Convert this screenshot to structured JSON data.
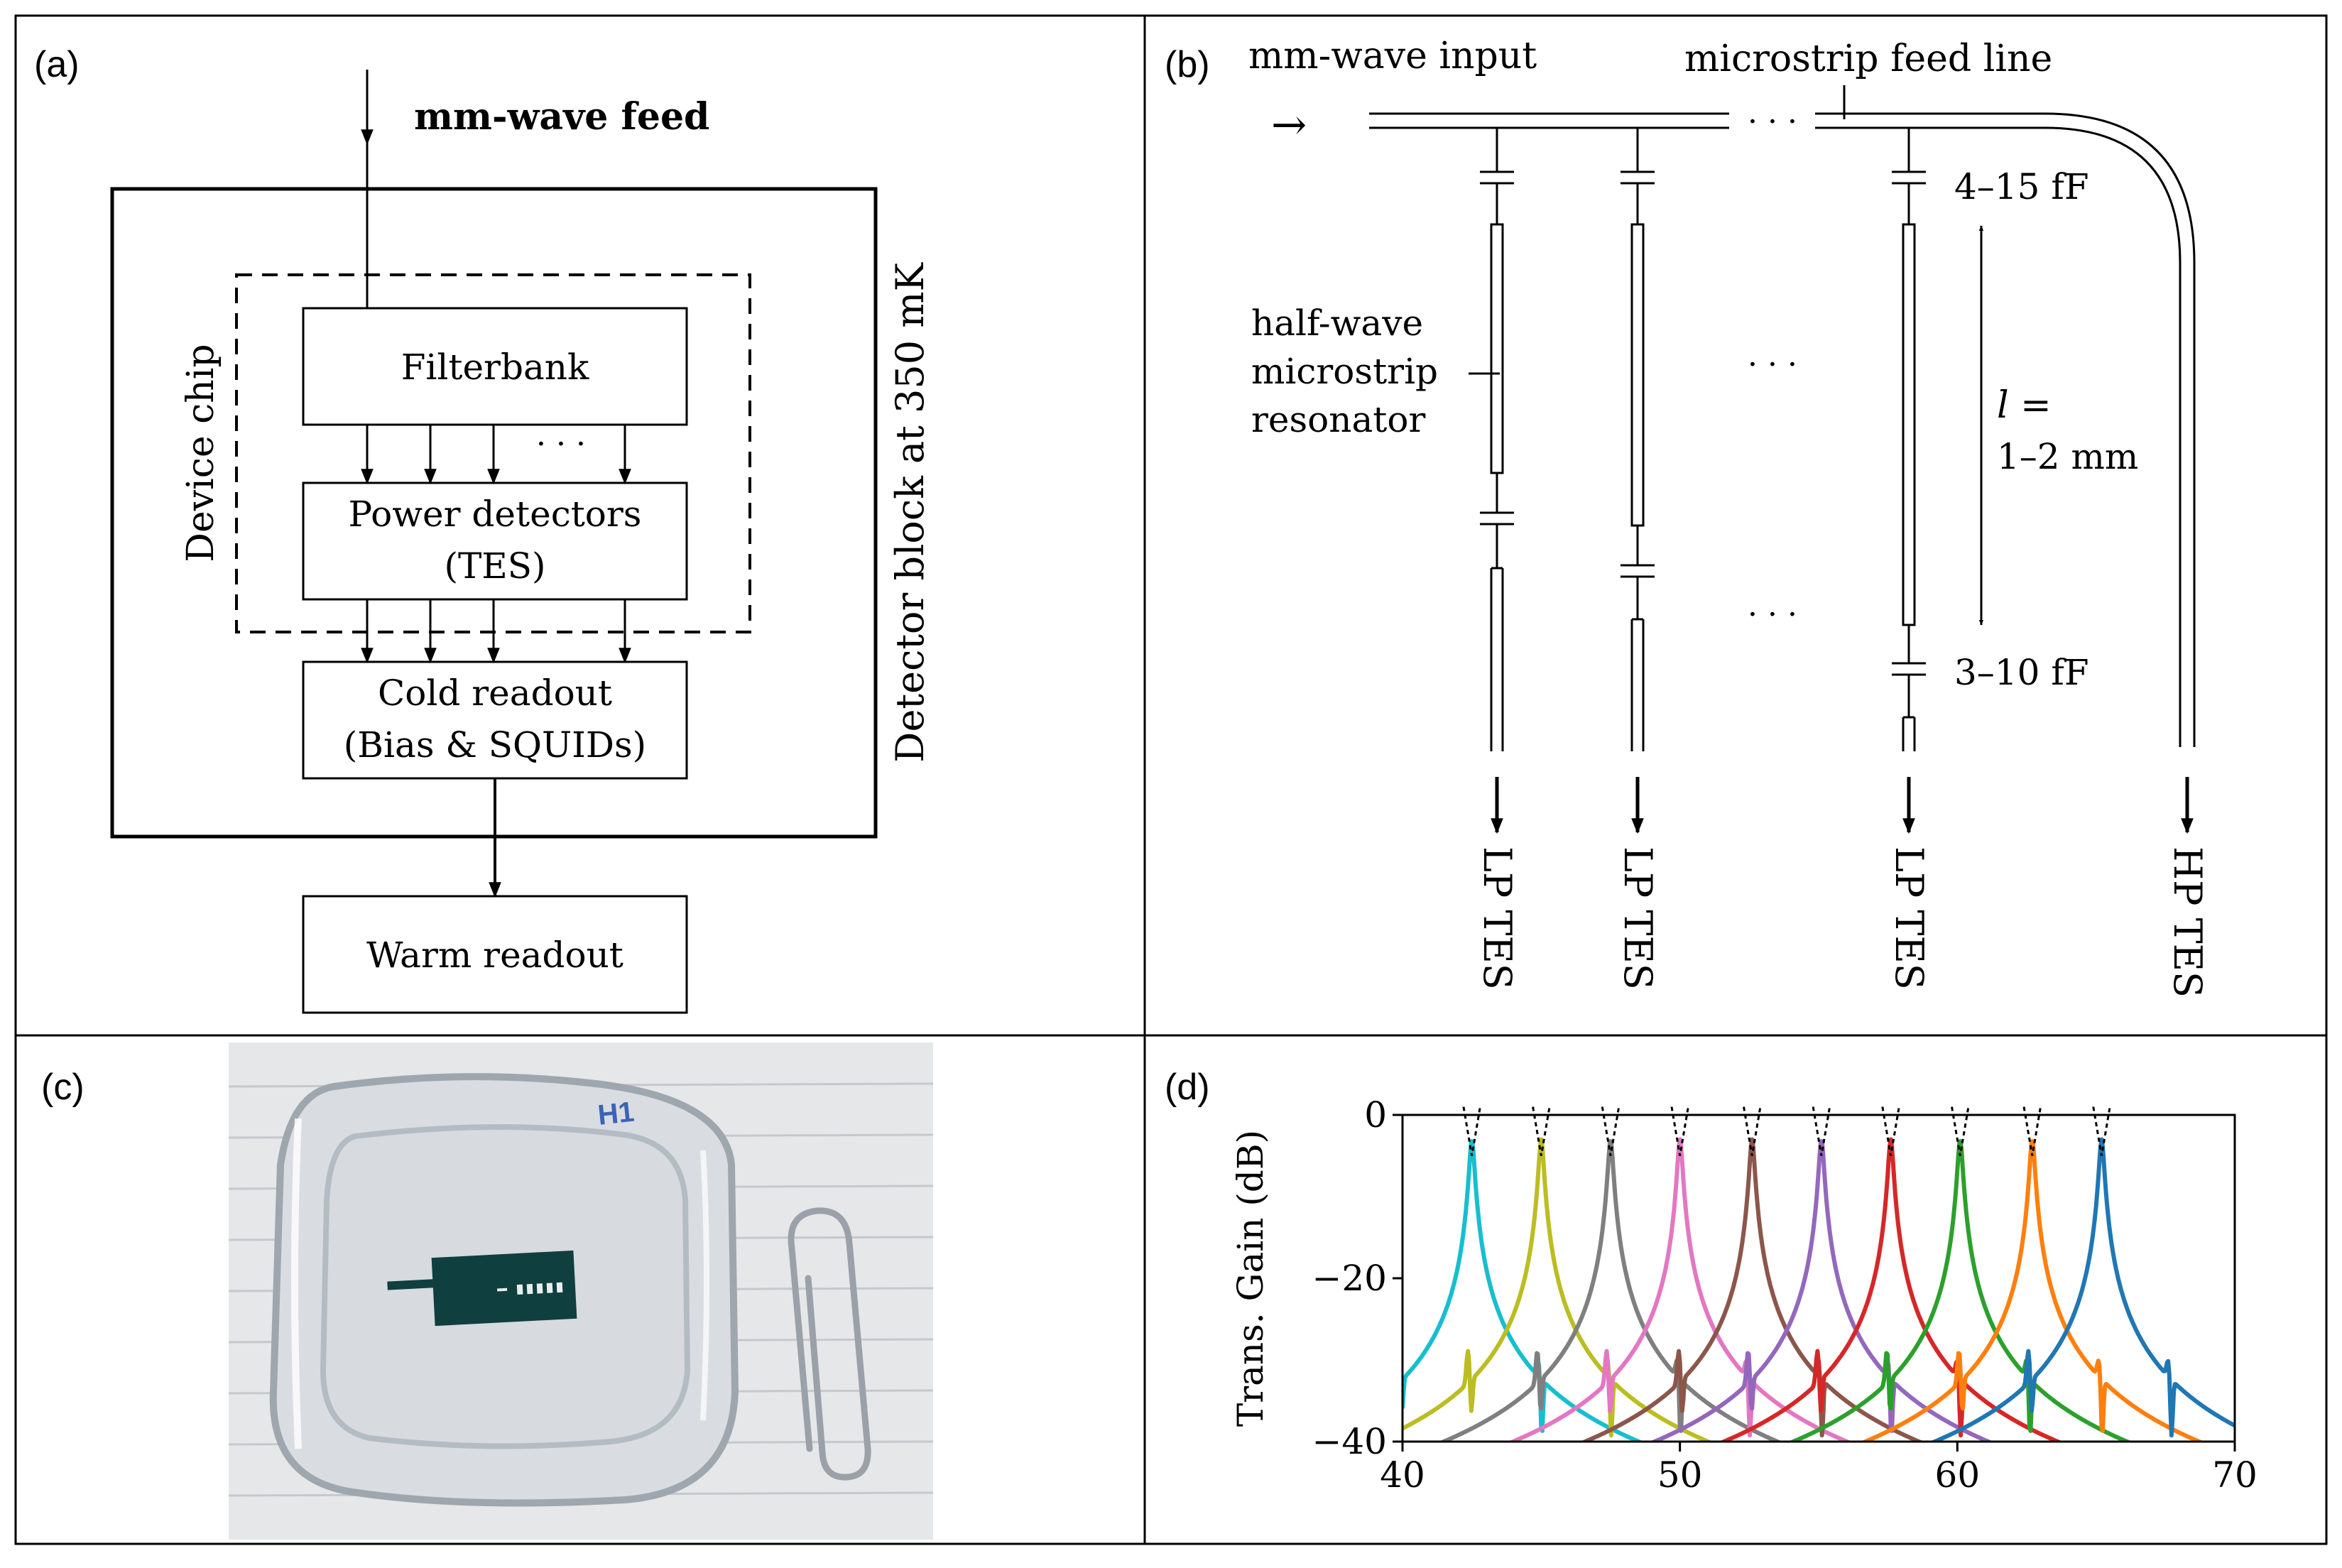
{
  "panels": {
    "a": {
      "label": "(a)",
      "feed": "mm-wave feed",
      "outer_box": "Detector block at 350 mK",
      "chip_box": "Device chip",
      "filterbank": "Filterbank",
      "dots": "· · ·",
      "detectors_line1": "Power detectors",
      "detectors_line2": "(TES)",
      "cold_line1": "Cold readout",
      "cold_line2": "(Bias & SQUIDs)",
      "warm": "Warm readout"
    },
    "b": {
      "label": "(b)",
      "input": "mm-wave input",
      "arrow": "→",
      "feedline": "microstrip feed line",
      "ellipsis": "· · ·",
      "resonator_line1": "half-wave",
      "resonator_line2": "microstrip",
      "resonator_line3": "resonator",
      "cap_top": "4–15 fF",
      "cap_bottom": "3–10 fF",
      "length_line1": "l =",
      "length_line2": "1–2 mm",
      "outputs": [
        "LP TES",
        "LP TES",
        "LP TES",
        "HP TES"
      ]
    },
    "c": {
      "label": "(c)",
      "box_marking": "H1"
    },
    "d": {
      "label": "(d)"
    }
  },
  "chart_data": {
    "type": "line",
    "xlabel": "",
    "ylabel": "Trans. Gain (dB)",
    "xlim": [
      40,
      70
    ],
    "ylim": [
      -40,
      0
    ],
    "xticks": [
      40,
      50,
      60,
      70
    ],
    "yticks": [
      0,
      -20,
      -40
    ],
    "ytick_labels": [
      "0",
      "−20",
      "−40"
    ],
    "grid": false,
    "peak_height_db": -3,
    "series": [
      {
        "center": 42.5,
        "color": "#17becf"
      },
      {
        "center": 45.0,
        "color": "#bcbd22"
      },
      {
        "center": 47.5,
        "color": "#7f7f7f"
      },
      {
        "center": 50.0,
        "color": "#e377c2"
      },
      {
        "center": 52.6,
        "color": "#8c564b"
      },
      {
        "center": 55.1,
        "color": "#9467bd"
      },
      {
        "center": 57.6,
        "color": "#d62728"
      },
      {
        "center": 60.1,
        "color": "#2ca02c"
      },
      {
        "center": 62.7,
        "color": "#ff7f0e"
      },
      {
        "center": 65.2,
        "color": "#1f77b4"
      }
    ]
  }
}
